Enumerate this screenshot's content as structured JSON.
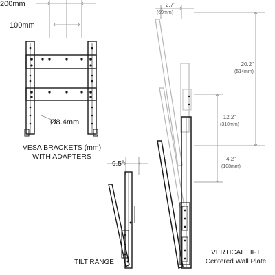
{
  "vesa": {
    "dim_200": "200mm",
    "dim_100": "100mm",
    "hole_diameter": "Ø8.4mm",
    "caption_line1": "VESA BRACKETS (mm)",
    "caption_line2": "WITH ADAPTERS"
  },
  "tilt": {
    "angle": "9.5°",
    "caption": "TILT RANGE"
  },
  "lift": {
    "top_offset_in": "2.7\"",
    "top_offset_mm": "(69mm)",
    "travel_in": "20.2\"",
    "travel_mm": "(514mm)",
    "mid_in": "12.2\"",
    "mid_mm": "(310mm)",
    "low_in": "4.2\"",
    "low_mm": "(108mm)",
    "caption_line1": "VERTICAL LIFT",
    "caption_line2": "Centered Wall Plate"
  },
  "colors": {
    "ink": "#1a1a1a",
    "dimension": "#8a8a8a",
    "ghost": "#b5b5b5"
  }
}
